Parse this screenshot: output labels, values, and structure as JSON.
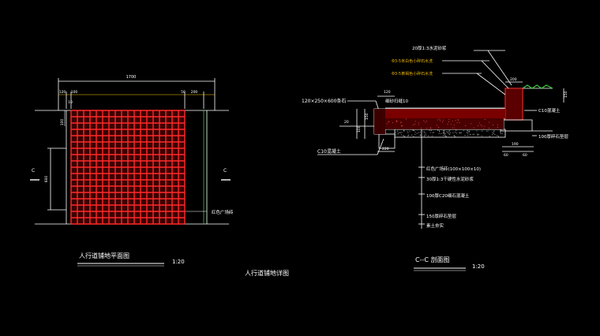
{
  "plan": {
    "title": "人行道铺地平面图",
    "scale": "1:20",
    "dim_total": "1700",
    "dim_left_a": "120",
    "dim_left_b": "100",
    "dim_left_c": "10",
    "dim_right_a": "50",
    "dim_right_b": "200",
    "dim_side_top": "100",
    "dim_side_mid": "600",
    "section_mark_left": "C",
    "section_mark_right": "C",
    "brick_label": "红色广场砖"
  },
  "section": {
    "title": "C--C 剖面图",
    "scale": "1:20",
    "top_label": "20厚1:3水泥砂浆",
    "note_white_stone": "Φ3-5米白色小碎石水洗",
    "note_yellow_stone": "Φ3-5黄褐色小碎石水洗",
    "curb_label": "120×250×600条石",
    "sand_label": "细砂扫缝10",
    "c10_top": "C10混凝土",
    "c10_bottom": "C10混凝土",
    "gravel_right": "100厚碎石垫层",
    "dim_top_120": "120",
    "dim_200": "200",
    "dim_150": "150",
    "dim_190": "190",
    "dim_60a": "60",
    "dim_60b": "60",
    "dim_220": "220",
    "dim_left_20": "20",
    "dim_left_100": "100",
    "dim_right_150": "150",
    "layers": [
      "红色广场砖(100×100×10)",
      "30厚1:3干硬性水泥砂浆",
      "100厚C20细石混凝土",
      "150厚碎石垫层",
      "素土夯实"
    ]
  },
  "main_title": "人行道铺地详图",
  "colors": {
    "background": "#000000",
    "brick": "#ff2a2a",
    "line": "#ffffff",
    "grass": "#3cc83c",
    "note_yellow": "#e8b400",
    "dim_cyan": "#bbbbbb"
  }
}
